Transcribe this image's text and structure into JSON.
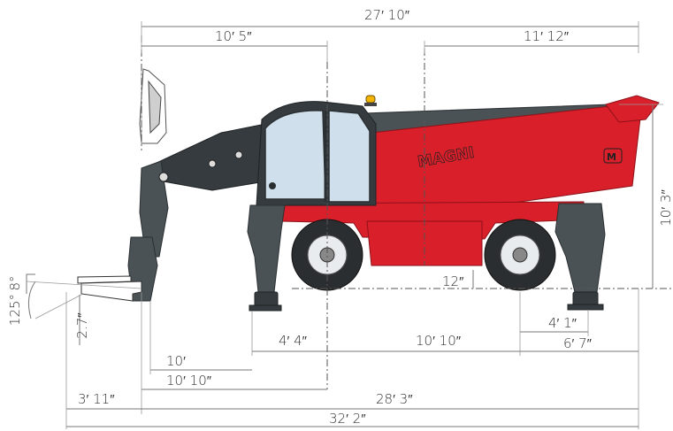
{
  "brand": {
    "logo_text": "MAGNI",
    "badge_text": "M",
    "colors": {
      "body": "#d81f2a",
      "frame": "#4a5256",
      "glass": "#cfe0ec",
      "beacon": "#f2b400"
    }
  },
  "dimensions": {
    "overall_top": "27′ 10″",
    "front_to_pivot": "10′ 5″",
    "pivot_to_rear": "11′ 12″",
    "height": "10′ 3″",
    "ground_clearance": "12″",
    "rear_stabilizer": "4′ 1″",
    "rear_overhang": "6′ 7″",
    "front_stabilizer_to_axle": "4′ 4″",
    "wheelbase": "10′ 10″",
    "reach_a": "10′",
    "reach_b": "10′ 10″",
    "fork_length": "3′ 11″",
    "length_to_carriage": "28′ 3″",
    "overall_length": "32′ 2″",
    "fork_tilt_up": "8°",
    "fork_tilt_down": "125°",
    "fork_height": "2.7″"
  }
}
